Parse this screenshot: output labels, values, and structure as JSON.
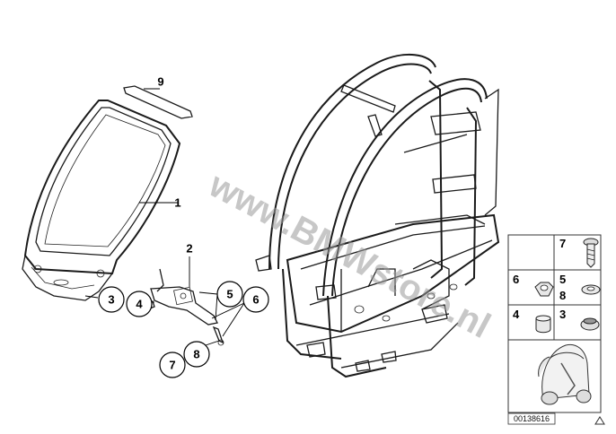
{
  "diagram": {
    "callouts": {
      "c1": "1",
      "c2": "2",
      "c3": "3",
      "c4": "4",
      "c5": "5",
      "c6": "6",
      "c7": "7",
      "c8": "8",
      "c9": "9"
    },
    "watermark": "www.BMWstore.nl",
    "legend": {
      "cells": [
        {
          "label": "7"
        },
        {
          "label": "6"
        },
        {
          "label": "5"
        },
        {
          "label": "8"
        },
        {
          "label": "4"
        },
        {
          "label": "3"
        }
      ]
    },
    "image_code": "00138616"
  }
}
